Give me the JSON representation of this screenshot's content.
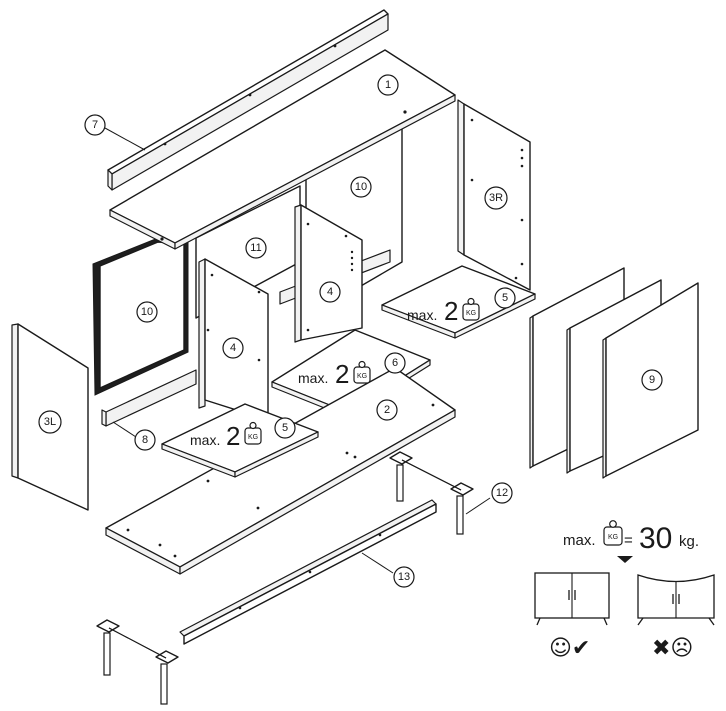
{
  "callouts": {
    "p1": "1",
    "p2": "2",
    "p3L": "3L",
    "p3R": "3R",
    "p4a": "4",
    "p4b": "4",
    "p5a": "5",
    "p5b": "5",
    "p6": "6",
    "p7": "7",
    "p8": "8",
    "p9": "9",
    "p10a": "10",
    "p10b": "10",
    "p11": "11",
    "p12": "12",
    "p13": "13"
  },
  "shelf_load": {
    "max_label": "max.",
    "value": "2",
    "unit_icon": "KG"
  },
  "total_load": {
    "max_label": "max.",
    "unit_icon": "KG",
    "equals": "=",
    "value": "30",
    "unit": "kg."
  },
  "symbols": {
    "correct": "☺✔",
    "wrong": "✖☹"
  },
  "icons": [
    "weight-kg-icon",
    "arrow-down-icon",
    "happy-face-icon",
    "check-icon",
    "cross-icon",
    "sad-face-icon"
  ]
}
